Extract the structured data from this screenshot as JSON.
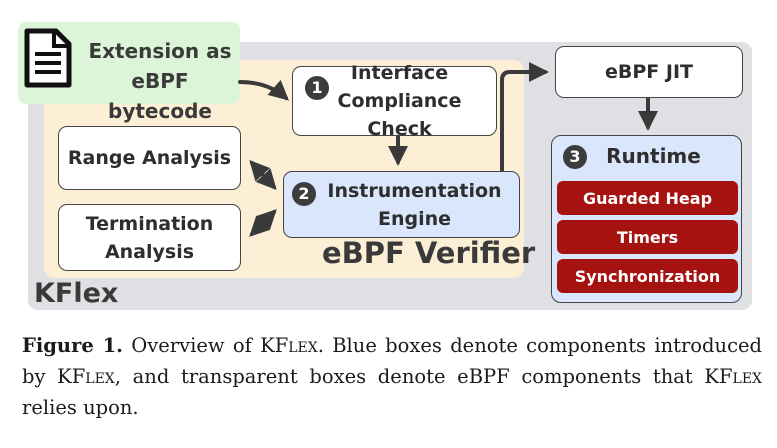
{
  "kflex_label": "KFlex",
  "verifier_label": "eBPF Verifier",
  "extension": {
    "line1": "Extension as",
    "line2": "eBPF bytecode",
    "icon": "document-icon"
  },
  "interface_check": {
    "number": "1",
    "line1": "Interface",
    "line2": "Compliance Check"
  },
  "range_analysis": {
    "label": "Range Analysis"
  },
  "termination_analysis": {
    "line1": "Termination",
    "line2": "Analysis"
  },
  "instrumentation": {
    "number": "2",
    "line1": "Instrumentation",
    "line2": "Engine"
  },
  "jit": {
    "label": "eBPF JIT"
  },
  "runtime": {
    "number": "3",
    "label": "Runtime",
    "items": [
      "Guarded Heap",
      "Timers",
      "Synchronization"
    ]
  },
  "caption": {
    "figure_label": "Figure 1.",
    "part1": " Overview of KF",
    "smallcaps1": "lex",
    "part2": ". Blue boxes denote components introduced by KF",
    "smallcaps2": "lex",
    "part3": ", and transparent boxes denote eBPF components that KF",
    "smallcaps3": "lex",
    "part4": " relies upon."
  },
  "colors": {
    "kflex_bg": "#dfe0e4",
    "verifier_bg": "#fcefd6",
    "extension_bg": "#dcf5d8",
    "blue_box": "#d9e6fb",
    "runtime_red": "#a6120f"
  }
}
